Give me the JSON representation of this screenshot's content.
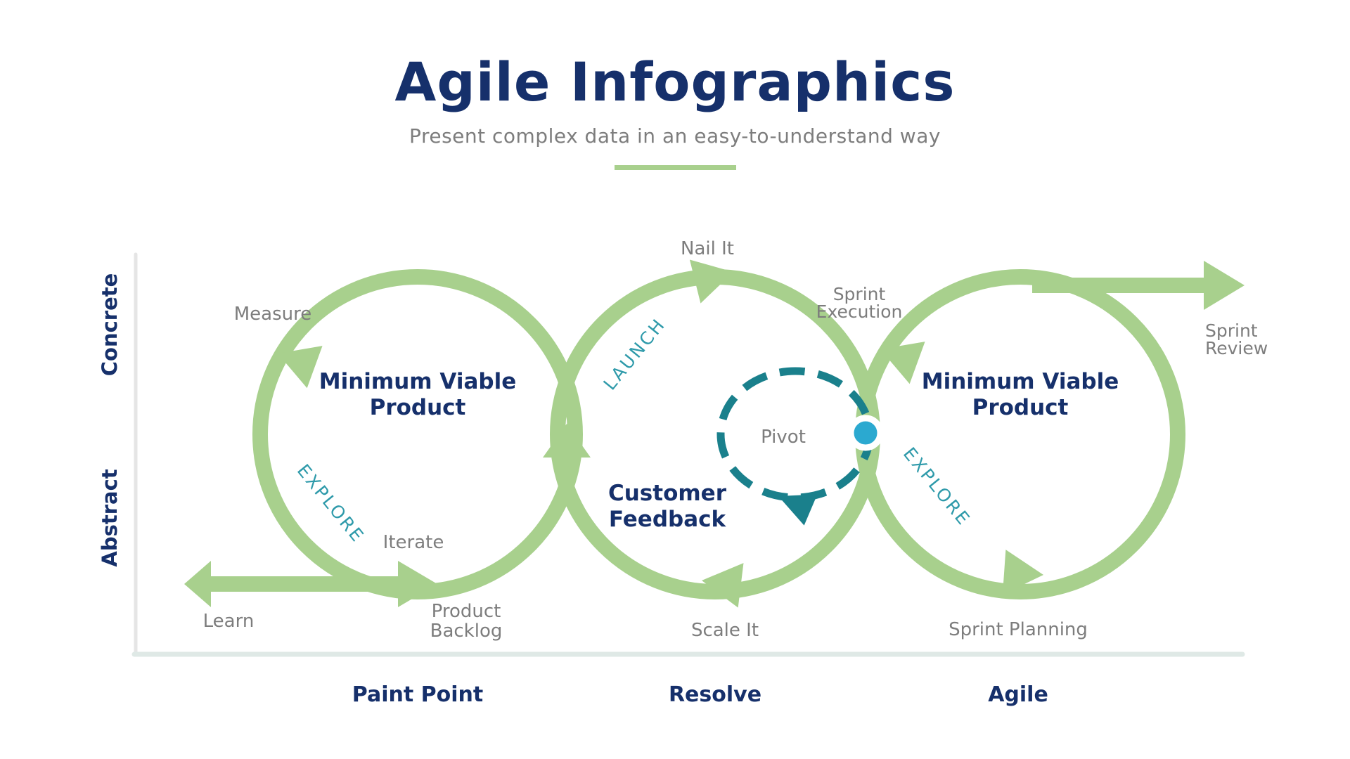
{
  "header": {
    "title": "Agile Infographics",
    "subtitle": "Present complex data in an easy-to-understand way"
  },
  "axis": {
    "concrete": "Concrete",
    "abstract": "Abstract"
  },
  "loop_pain_point": {
    "bottom_label": "Paint Point",
    "center_line1": "Minimum Viable",
    "center_line2": "Product",
    "spiral_word": "EXPLORE",
    "measure": "Measure",
    "learn": "Learn",
    "iterate": "Iterate",
    "backlog_line1": "Product",
    "backlog_line2": "Backlog"
  },
  "loop_resolve": {
    "bottom_label": "Resolve",
    "center_line1": "Customer",
    "center_line2": "Feedback",
    "spiral_word": "LAUNCH",
    "nail_it": "Nail It",
    "scale_it": "Scale It",
    "pivot": "Pivot"
  },
  "loop_agile": {
    "bottom_label": "Agile",
    "center_line1": "Minimum Viable",
    "center_line2": "Product",
    "spiral_word": "EXPLORE",
    "sprint_execution_line1": "Sprint",
    "sprint_execution_line2": "Execution",
    "sprint_review_line1": "Sprint",
    "sprint_review_line2": "Review",
    "sprint_planning": "Sprint Planning"
  },
  "colors": {
    "navy": "#16306B",
    "green": "#A8D08D",
    "gray_label": "#7D7D7D",
    "teal_dash": "#1A808C",
    "teal_text": "#2E9AAA",
    "blue_dot": "#2BA9D0",
    "axis_vertical": "#E5E5E5",
    "axis_horizontal": "#DFE9E6",
    "white": "#FFFFFF"
  }
}
